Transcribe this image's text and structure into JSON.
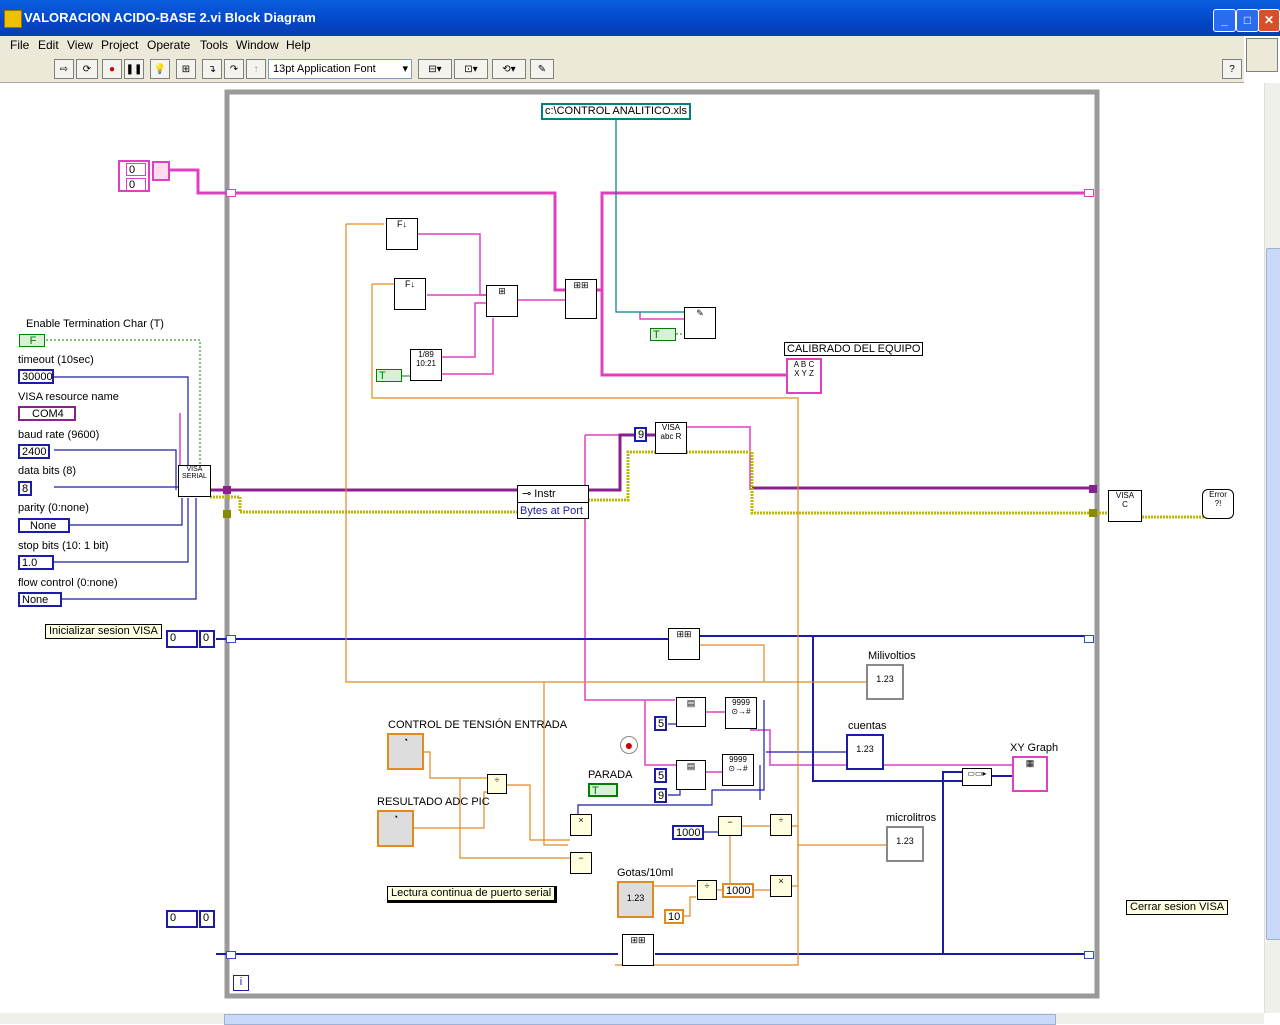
{
  "window": {
    "title": "VALORACION ACIDO-BASE 2.vi Block Diagram"
  },
  "menu": [
    "File",
    "Edit",
    "View",
    "Project",
    "Operate",
    "Tools",
    "Window",
    "Help"
  ],
  "toolbar": {
    "font": "13pt Application Font"
  },
  "path_constant": "c:\\CONTROL ANALITICO.xls",
  "controls": {
    "term_char_label": "Enable Termination Char (T)",
    "term_char_value": "F",
    "timeout_label": "timeout (10sec)",
    "timeout_value": "30000",
    "resource_label": "VISA resource name",
    "resource_value": "COM4",
    "baud_label": "baud rate (9600)",
    "baud_value": "2400",
    "databits_label": "data bits (8)",
    "databits_value": "8",
    "parity_label": "parity (0:none)",
    "parity_value": "None",
    "stopbits_label": "stop bits (10: 1 bit)",
    "stopbits_value": "1.0",
    "flow_label": "flow control (0:none)",
    "flow_value": "None"
  },
  "notes": {
    "init": "Inicializar sesion VISA",
    "close": "Cerrar sesion VISA",
    "loop": "Lectura continua de puerto serial"
  },
  "property": {
    "class": "Instr",
    "prop": "Bytes at Port"
  },
  "labels": {
    "calibrado": "CALIBRADO DEL EQUIPO",
    "milivoltios": "Milivoltios",
    "cuentas": "cuentas",
    "microlitros": "microlitros",
    "xygraph": "XY Graph",
    "control_tension": "CONTROL DE TENSIÓN ENTRADA",
    "resultado_adc": "RESULTADO ADC PIC",
    "parada": "PARADA",
    "gotas": "Gotas/10ml"
  },
  "constants": {
    "zero": "0",
    "true_text": "T",
    "nine": "9",
    "five": "5",
    "thousand": "1000",
    "ten": "10",
    "indicator_num": "1.23",
    "loop_index": "i"
  },
  "colors": {
    "string_wire": "#e040c0",
    "int_wire": "#1c1ca8",
    "dbl_wire": "#e08a20",
    "bool_wire": "#008000",
    "path_wire": "#008080",
    "error_wire": "#c8c800",
    "loop_frame": "#9a9a9a"
  }
}
